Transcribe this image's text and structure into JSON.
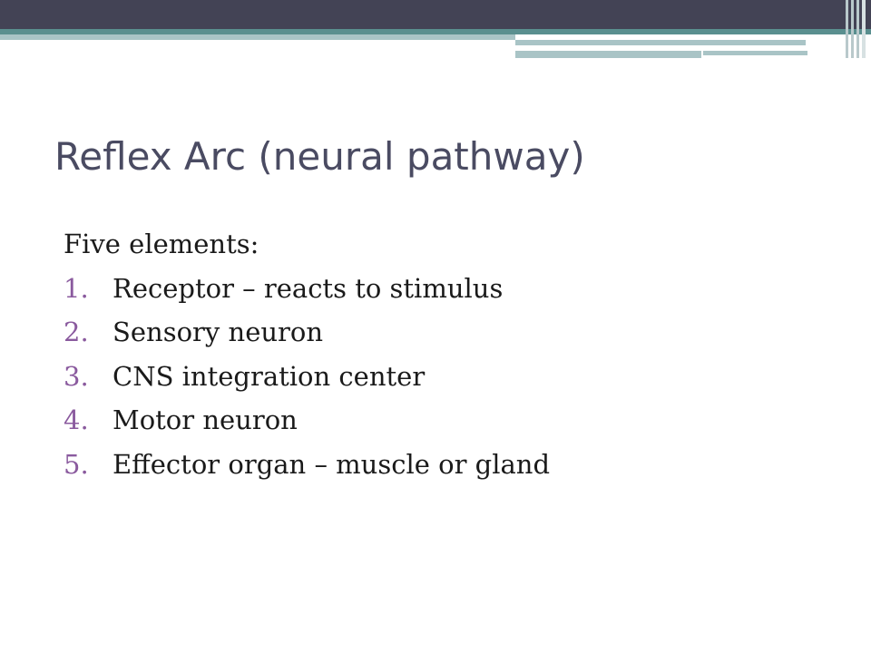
{
  "slide": {
    "title": "Reflex Arc (neural pathway)",
    "intro": "Five elements:",
    "steps": [
      {
        "num": "1.",
        "text": "Receptor – reacts to stimulus"
      },
      {
        "num": "2.",
        "text": "Sensory neuron"
      },
      {
        "num": "3.",
        "text": "CNS integration center"
      },
      {
        "num": "4.",
        "text": "Motor neuron"
      },
      {
        "num": "5.",
        "text": "Effector organ – muscle or gland"
      }
    ]
  },
  "theme": {
    "header_dark": "#434355",
    "header_teal": "#5a8f8f",
    "header_light": "#a9c4c6",
    "title_color": "#4a4b62",
    "number_color": "#8a5a9e",
    "text_color": "#1a1a1a"
  }
}
